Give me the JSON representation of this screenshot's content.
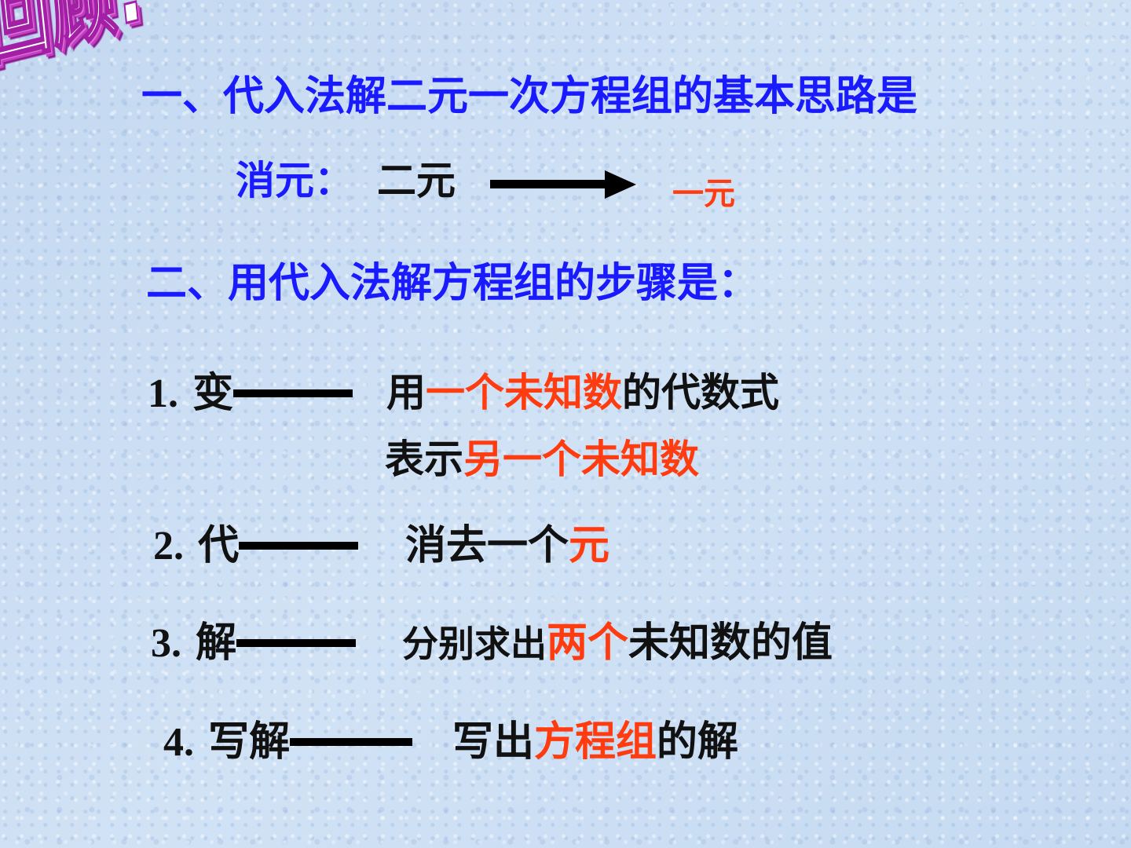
{
  "review": {
    "title": "回顾:"
  },
  "section1": {
    "heading": "一、代入法解二元一次方程组的基本思路是",
    "label": "消元",
    "colon": "：",
    "from": "二元",
    "to": "一元"
  },
  "section2": {
    "heading": "二、用代入法解方程组的步骤是："
  },
  "steps": [
    {
      "num": "1.",
      "name": "变",
      "line1_a": "用",
      "line1_b": "一个未知数",
      "line1_c": "的代数式",
      "line2_a": "表示",
      "line2_b": "另一个未知数"
    },
    {
      "num": "2.",
      "name": "代",
      "desc_a": "消去一个",
      "desc_b": "元"
    },
    {
      "num": "3.",
      "name": "解",
      "desc_a": "分别求出",
      "desc_b": "两个",
      "desc_c": "未知数的值"
    },
    {
      "num": "4.",
      "name": "写解",
      "desc_a": "写出",
      "desc_b": "方程组",
      "desc_c": "的解"
    }
  ],
  "colors": {
    "blue": "#1a1aff",
    "red": "#ff3c10",
    "black": "#111111",
    "wordart": "#a21fa6"
  }
}
